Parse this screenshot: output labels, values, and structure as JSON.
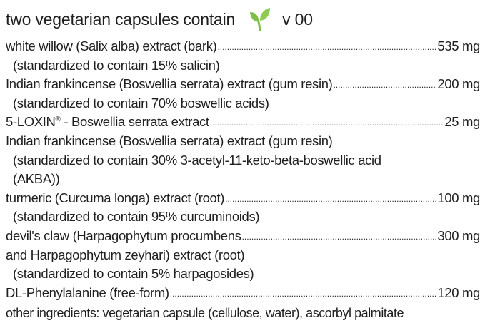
{
  "header": {
    "title": "two vegetarian capsules contain",
    "code": "v 00",
    "icon": "leaf-icon",
    "icon_color": "#7cc04a"
  },
  "ingredients": [
    {
      "name": "white willow (Salix alba) extract (bark)",
      "amount": "535 mg"
    },
    {
      "sub": "(standardized to contain 15% salicin)"
    },
    {
      "name": "Indian frankincense (Boswellia serrata) extract (gum resin)",
      "amount": "200 mg"
    },
    {
      "sub": "(standardized to contain 70% boswellic acids)"
    },
    {
      "name_main": "5-LOXIN",
      "name_mark": "®",
      "name_rest": " - Boswellia serrata extract ",
      "amount": "25 mg"
    },
    {
      "line": "Indian frankincense (Boswellia serrata) extract (gum resin)"
    },
    {
      "sub": "(standardized to contain 30% 3-acetyl-11-keto-beta-boswellic acid"
    },
    {
      "sub": "(AKBA))"
    },
    {
      "name": "turmeric (Curcuma longa) extract (root)",
      "amount": "100 mg"
    },
    {
      "sub": "(standardized to contain 95% curcuminoids)"
    },
    {
      "name": "devil's claw (Harpagophytum procumbens",
      "amount": "300 mg"
    },
    {
      "line": "and Harpagophytum zeyhari) extract (root)"
    },
    {
      "sub": "(standardized to contain 5% harpagosides)"
    },
    {
      "name": "DL-Phenylalanine (free-form)",
      "amount": "120 mg"
    }
  ],
  "other_ingredients": "other ingredients: vegetarian capsule (cellulose, water), ascorbyl palmitate"
}
